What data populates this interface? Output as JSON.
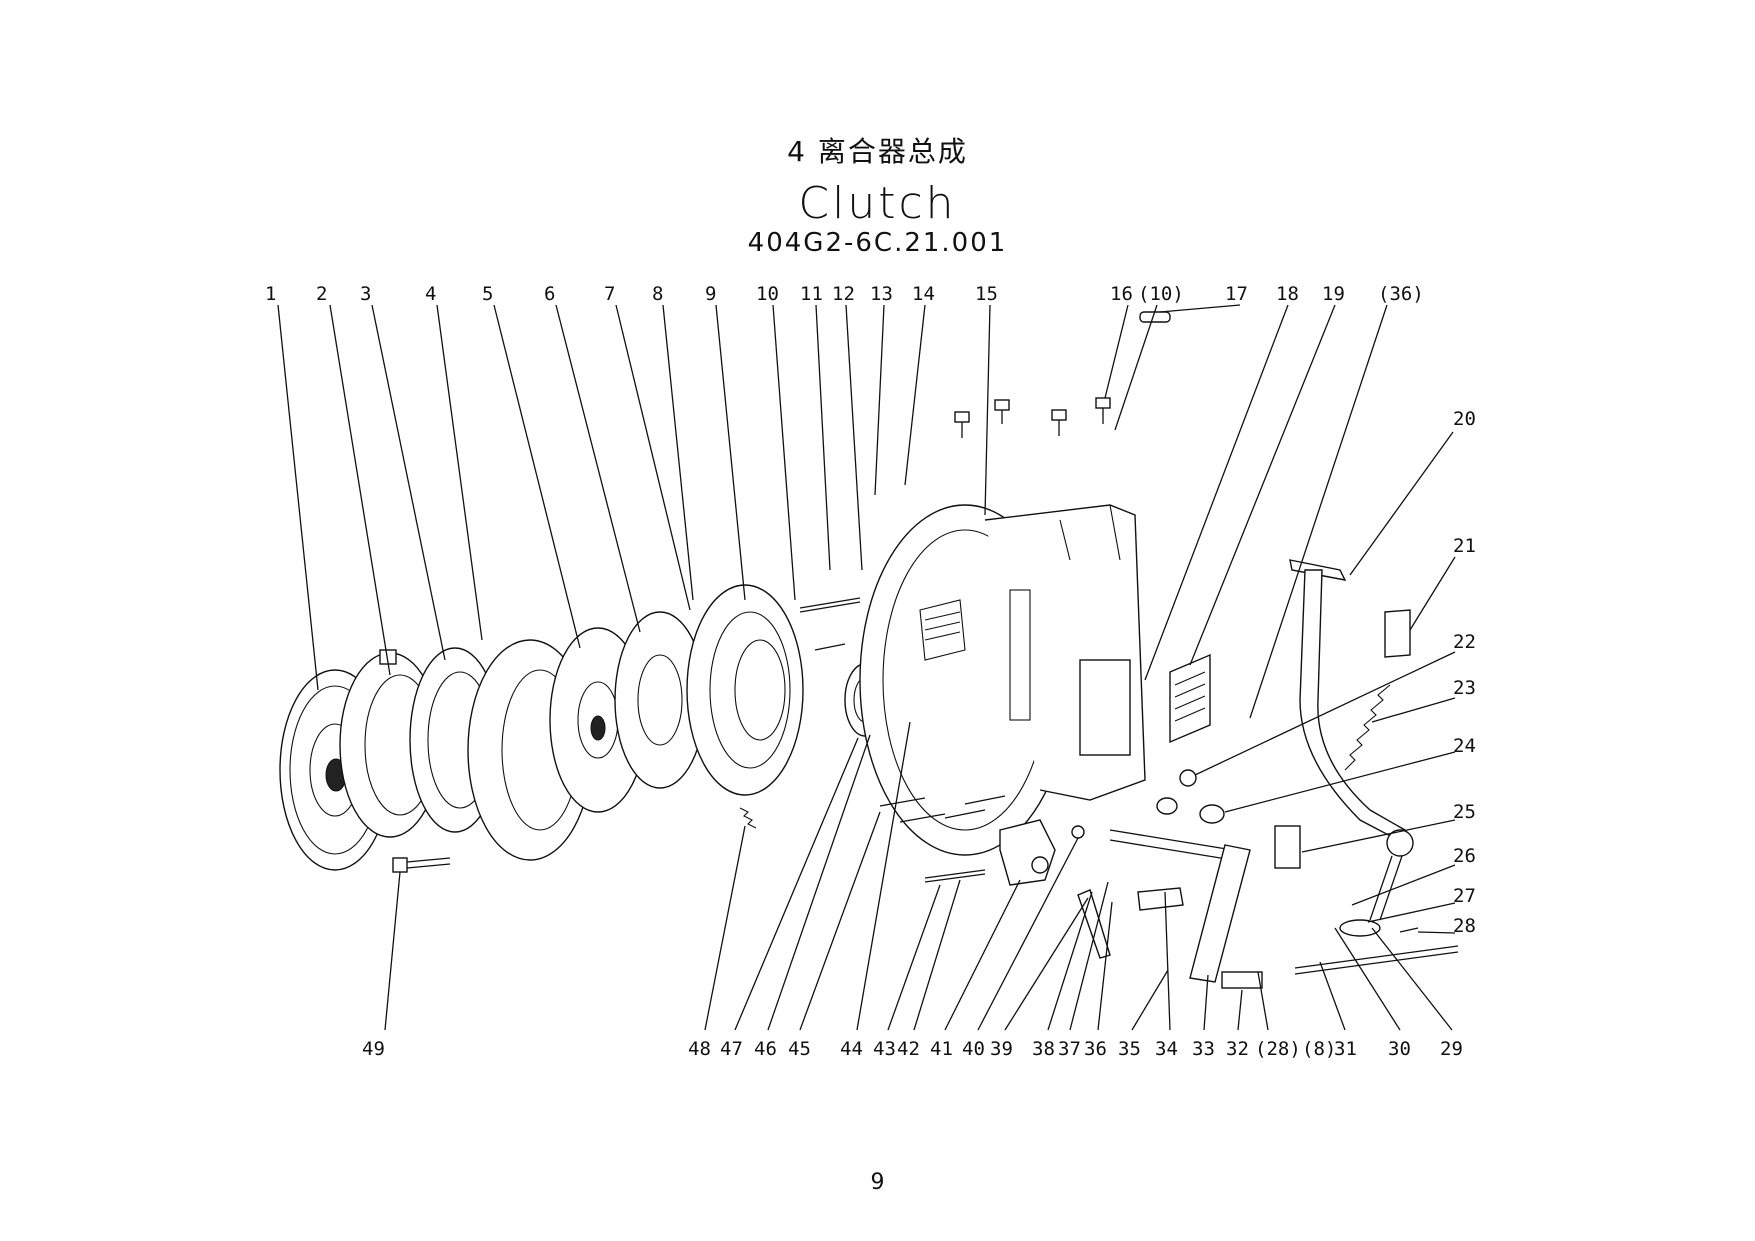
{
  "title_cn": "4 离合器总成",
  "title_en": "Clutch",
  "part_code": "404G2-6C.21.001",
  "page_number": "9",
  "callouts_top": [
    "1",
    "2",
    "3",
    "4",
    "5",
    "6",
    "7",
    "8",
    "9",
    "10",
    "11",
    "12",
    "13",
    "14",
    "15",
    "16",
    "(10)",
    "17",
    "18",
    "19",
    "(36)"
  ],
  "callouts_right": [
    "20",
    "21",
    "22",
    "23",
    "24",
    "25",
    "26",
    "27",
    "28"
  ],
  "callouts_bottom": [
    "49",
    "48",
    "47",
    "46",
    "45",
    "44",
    "43",
    "42",
    "41",
    "40",
    "39",
    "38",
    "37",
    "36",
    "35",
    "34",
    "33",
    "32",
    "(28)",
    "(8)",
    "31",
    "30",
    "29"
  ]
}
